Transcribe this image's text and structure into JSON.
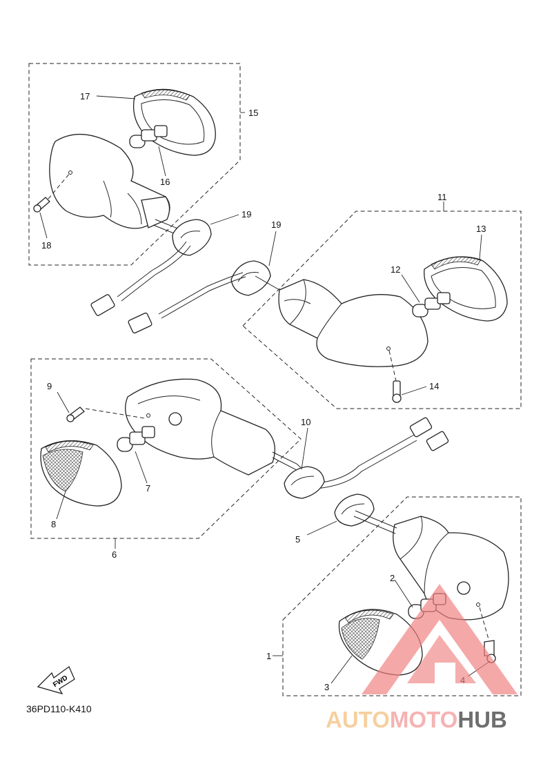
{
  "diagram_code": "36PD110-K410",
  "fwd_label": "FWD",
  "watermark": {
    "text_part1": "AUTO",
    "text_part2": "MOTO",
    "text_part3": "HUB",
    "colors": {
      "auto": "#f5c890",
      "moto": "#f4a6a6",
      "hub": "#555555",
      "triangle": "#f08080"
    }
  },
  "callouts": {
    "c1": "1",
    "c2": "2",
    "c3": "3",
    "c4": "4",
    "c5": "5",
    "c6": "6",
    "c7": "7",
    "c8": "8",
    "c9": "9",
    "c10": "10",
    "c11": "11",
    "c12": "12",
    "c13": "13",
    "c14": "14",
    "c15": "15",
    "c16": "16",
    "c17": "17",
    "c18": "18",
    "c19a": "19",
    "c19b": "19"
  }
}
